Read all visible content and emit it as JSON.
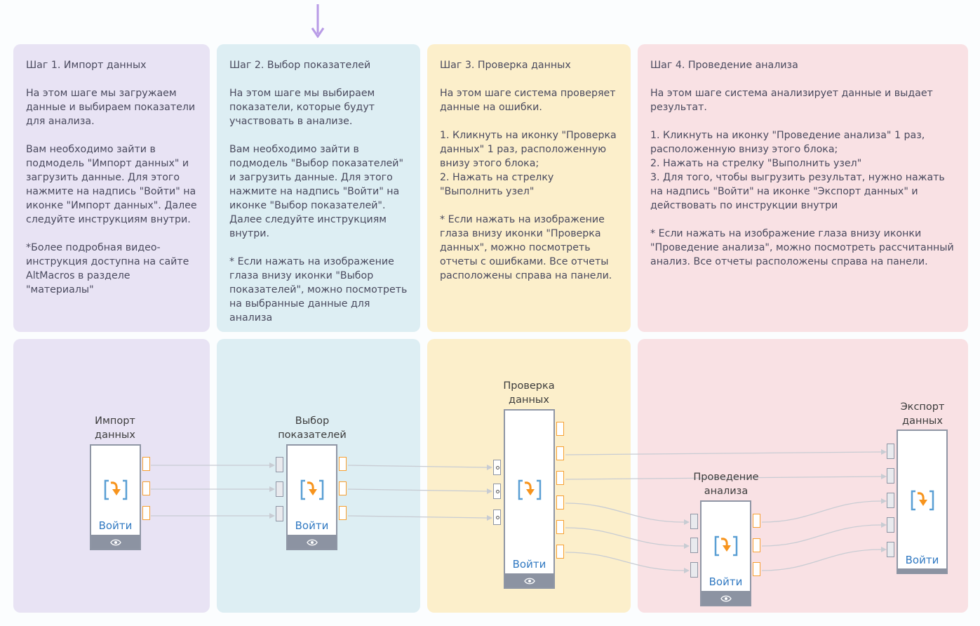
{
  "steps": [
    {
      "title": "Шаг 1. Импорт данных",
      "body": "На этом шаге мы загружаем данные и выбираем показатели для анализа.\n\nВам необходимо зайти в подмодель \"Импорт данных\" и загрузить данные. Для этого нажмите на надпись \"Войти\" на иконке \"Импорт данных\". Далее следуйте инструкциям внутри.\n\n*Более подробная видео-инструкция доступна на сайте AltMacros в разделе \"материалы\"",
      "color": "#e8e3f4"
    },
    {
      "title": "Шаг 2. Выбор показателей",
      "body": "На этом шаге мы выбираем показатели, которые будут участвовать в анализе.\n\nВам необходимо зайти в подмодель \"Выбор показателей\" и загрузить данные. Для этого нажмите на надпись \"Войти\" на иконке \"Выбор показателей\". Далее следуйте инструкциям внутри.\n\n* Если нажать на изображение глаза внизу иконки \"Выбор показателей\", можно посмотреть на выбранные данные для анализа",
      "color": "#ddeef3"
    },
    {
      "title": "Шаг 3. Проверка данных",
      "body": "На этом шаге система проверяет данные на ошибки.\n\n1. Кликнуть на иконку \"Проверка данных\" 1 раз, расположенную внизу этого блока;\n2. Нажать на стрелку \"Выполнить узел\"\n\n* Если нажать на изображение глаза внизу иконки \"Проверка данных\",  можно посмотреть отчеты с ошибками. Все отчеты расположены справа на панели.",
      "color": "#fcefcb"
    },
    {
      "title": "Шаг 4. Проведение анализа",
      "body": "На этом шаге система анализирует данные и выдает результат.\n\n1. Кликнуть на иконку \"Проведение анализа\" 1 раз, расположенную внизу этого блока;\n2. Нажать на стрелку \"Выполнить узел\"\n3. Для того, чтобы выгрузить результат, нужно нажать на надпись \"Войти\" на иконке \"Экспорт данных\" и действовать по инструкции внутри\n\n* Если нажать на изображение глаза внизу иконки \"Проведение анализа\",  можно посмотреть рассчитанный анализ. Все отчеты расположены справа на панели.",
      "color": "#f9e1e4"
    }
  ],
  "nodes": {
    "import": {
      "label": "Импорт\nданных",
      "enter": "Войти"
    },
    "select": {
      "label": "Выбор\nпоказателей",
      "enter": "Войти"
    },
    "check": {
      "label": "Проверка\nданных",
      "enter": "Войти"
    },
    "analysis": {
      "label": "Проведение\nанализа",
      "enter": "Войти"
    },
    "export": {
      "label": "Экспорт\nданных",
      "enter": "Войти"
    }
  },
  "colors": {
    "accent_arrow": "#b89be6",
    "port_out": "#f7a032",
    "node_border": "#8f96a5",
    "enter_link": "#3079c2",
    "icon_blue": "#5a9fd4",
    "icon_orange": "#f7941d"
  },
  "icons": {
    "node_icon": "run-node-icon",
    "footer_icon": "eye-icon",
    "top_arrow": "down-arrow-icon"
  }
}
